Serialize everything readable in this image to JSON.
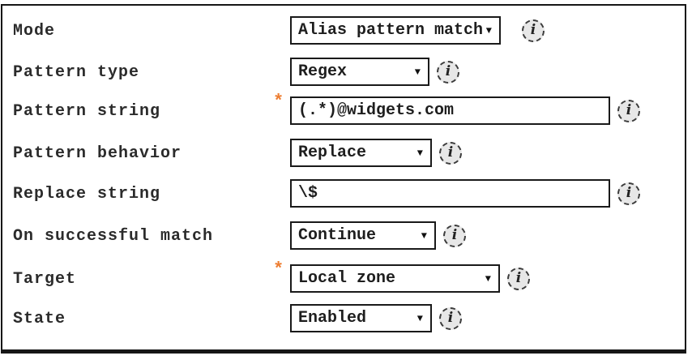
{
  "icons": {
    "info": "i",
    "dropdown_arrow": "▼"
  },
  "required_marker": "*",
  "colors": {
    "required_marker": "#ed7d31",
    "control_border": "#1a1a1a",
    "info_fill": "#e7e7e7",
    "text": "#2b2b2b"
  },
  "form": {
    "fields": [
      {
        "label": "Mode",
        "control": "select",
        "value": "Alias pattern match",
        "required": false,
        "has_info": true
      },
      {
        "label": "Pattern type",
        "control": "select",
        "value": "Regex",
        "required": false,
        "has_info": true
      },
      {
        "label": "Pattern string",
        "control": "text",
        "value": "(.*)@widgets.com",
        "required": true,
        "has_info": true
      },
      {
        "label": "Pattern behavior",
        "control": "select",
        "value": "Replace",
        "required": false,
        "has_info": true
      },
      {
        "label": "Replace string",
        "control": "text",
        "value": "\\$",
        "required": false,
        "has_info": true
      },
      {
        "label": "On successful match",
        "control": "select",
        "value": "Continue",
        "required": false,
        "has_info": true
      },
      {
        "label": "Target",
        "control": "select",
        "value": "Local zone",
        "required": true,
        "has_info": true
      },
      {
        "label": "State",
        "control": "select",
        "value": "Enabled",
        "required": false,
        "has_info": true
      }
    ]
  }
}
